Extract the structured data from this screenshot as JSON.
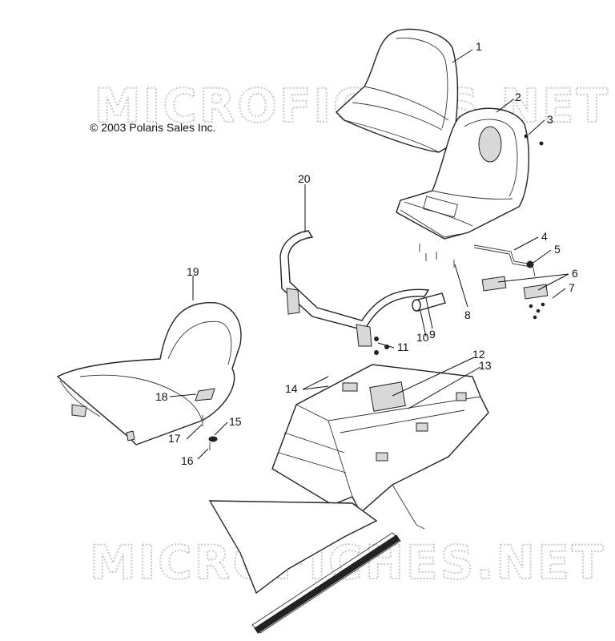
{
  "watermark": {
    "top": "MICROFICHES.NET",
    "bottom": "MICROFICHES.NET"
  },
  "copyright": "© 2003 Polaris Sales Inc.",
  "callouts": [
    "1",
    "2",
    "3",
    "4",
    "5",
    "6",
    "7",
    "8",
    "9",
    "10",
    "11",
    "12",
    "13",
    "14",
    "15",
    "16",
    "17",
    "18",
    "19",
    "20"
  ]
}
